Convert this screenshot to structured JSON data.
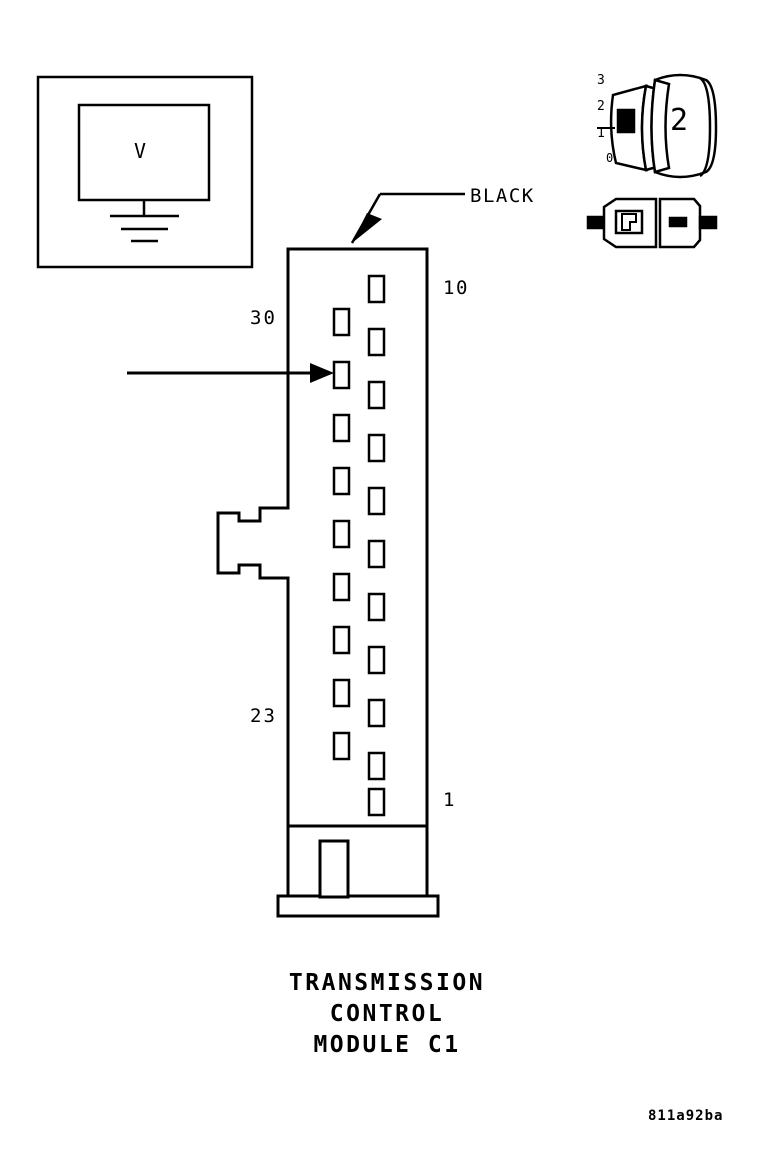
{
  "diagram": {
    "title_lines": [
      "TRANSMISSION",
      "CONTROL",
      "MODULE C1"
    ],
    "part_number": "811a92ba",
    "labels": {
      "black_wire": "BLACK",
      "pin_top": "10",
      "pin_bottom": "1",
      "cavity_upper": "30",
      "cavity_lower": "23",
      "meter_symbol": "V",
      "connector_callout": "2",
      "scale_3": "3",
      "scale_2": "2",
      "scale_1": "1",
      "scale_0": "0"
    },
    "colors": {
      "stroke": "#000000",
      "background": "#ffffff"
    }
  }
}
